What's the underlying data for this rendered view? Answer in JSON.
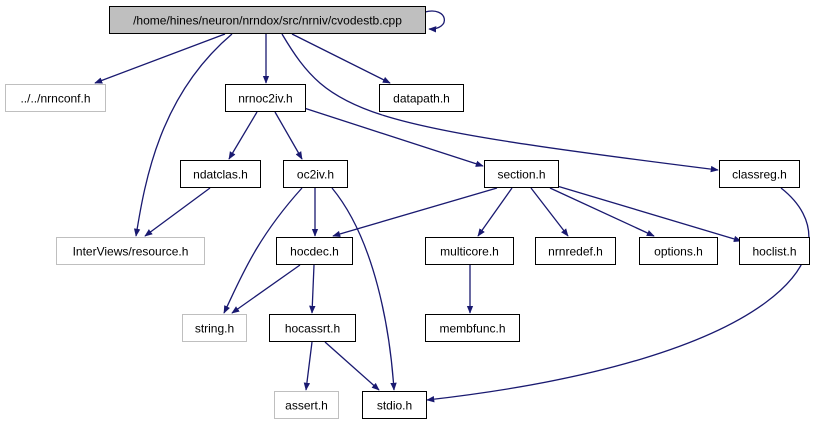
{
  "colors": {
    "edge": "#191970",
    "node_border": "#000000",
    "node_border_external": "#bfbfbf",
    "root_fill": "#bfbfbf",
    "node_fill": "#ffffff"
  },
  "nodes": [
    {
      "id": "root",
      "label": "/home/hines/neuron/nrndox/src/nrniv/cvodestb.cpp",
      "kind": "root"
    },
    {
      "id": "nrnconf",
      "label": "../../nrnconf.h",
      "kind": "external"
    },
    {
      "id": "nrnoc2iv",
      "label": "nrnoc2iv.h",
      "kind": "local"
    },
    {
      "id": "datapath",
      "label": "datapath.h",
      "kind": "local"
    },
    {
      "id": "ndatclas",
      "label": "ndatclas.h",
      "kind": "local"
    },
    {
      "id": "oc2iv",
      "label": "oc2iv.h",
      "kind": "local"
    },
    {
      "id": "section",
      "label": "section.h",
      "kind": "local"
    },
    {
      "id": "classreg",
      "label": "classreg.h",
      "kind": "local"
    },
    {
      "id": "resource",
      "label": "InterViews/resource.h",
      "kind": "external"
    },
    {
      "id": "hocdec",
      "label": "hocdec.h",
      "kind": "local"
    },
    {
      "id": "multicore",
      "label": "multicore.h",
      "kind": "local"
    },
    {
      "id": "nrnredef",
      "label": "nrnredef.h",
      "kind": "local"
    },
    {
      "id": "options",
      "label": "options.h",
      "kind": "local"
    },
    {
      "id": "hoclist",
      "label": "hoclist.h",
      "kind": "local"
    },
    {
      "id": "string",
      "label": "string.h",
      "kind": "external"
    },
    {
      "id": "hocassrt",
      "label": "hocassrt.h",
      "kind": "local"
    },
    {
      "id": "membfunc",
      "label": "membfunc.h",
      "kind": "local"
    },
    {
      "id": "assert",
      "label": "assert.h",
      "kind": "external"
    },
    {
      "id": "stdio",
      "label": "stdio.h",
      "kind": "local"
    }
  ],
  "edges": [
    {
      "from": "root",
      "to": "root"
    },
    {
      "from": "root",
      "to": "nrnconf"
    },
    {
      "from": "root",
      "to": "nrnoc2iv"
    },
    {
      "from": "root",
      "to": "datapath"
    },
    {
      "from": "root",
      "to": "resource"
    },
    {
      "from": "root",
      "to": "classreg"
    },
    {
      "from": "nrnoc2iv",
      "to": "ndatclas"
    },
    {
      "from": "nrnoc2iv",
      "to": "oc2iv"
    },
    {
      "from": "nrnoc2iv",
      "to": "section"
    },
    {
      "from": "ndatclas",
      "to": "resource"
    },
    {
      "from": "oc2iv",
      "to": "hocdec"
    },
    {
      "from": "oc2iv",
      "to": "string"
    },
    {
      "from": "oc2iv",
      "to": "stdio"
    },
    {
      "from": "section",
      "to": "hocdec"
    },
    {
      "from": "section",
      "to": "multicore"
    },
    {
      "from": "section",
      "to": "nrnredef"
    },
    {
      "from": "section",
      "to": "options"
    },
    {
      "from": "section",
      "to": "hoclist"
    },
    {
      "from": "classreg",
      "to": "stdio"
    },
    {
      "from": "hocdec",
      "to": "string"
    },
    {
      "from": "hocdec",
      "to": "hocassrt"
    },
    {
      "from": "hocassrt",
      "to": "assert"
    },
    {
      "from": "hocassrt",
      "to": "stdio"
    },
    {
      "from": "multicore",
      "to": "membfunc"
    }
  ]
}
